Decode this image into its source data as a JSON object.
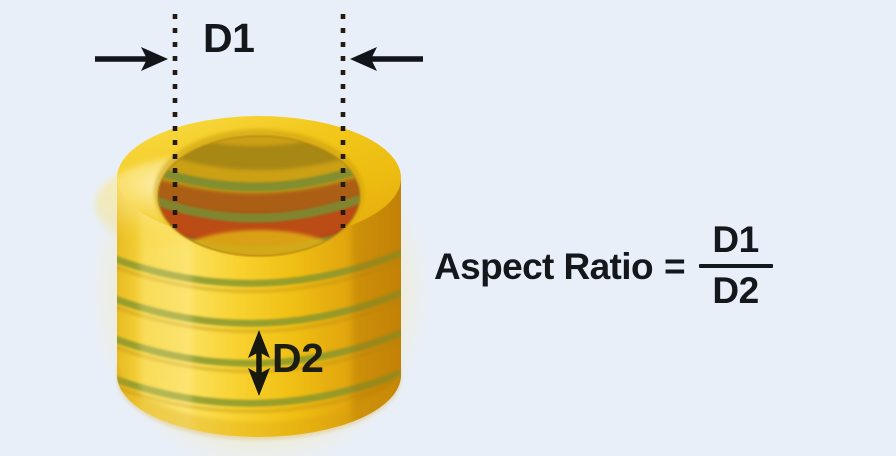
{
  "figure": {
    "title_text": "",
    "background_color": "#e9eff8",
    "subject": "cylindrical-pore-aspect-ratio-diagram"
  },
  "labels": {
    "d1": "D1",
    "d2": "D2"
  },
  "formula": {
    "name": "Aspect Ratio",
    "equals": "=",
    "numerator": "D1",
    "denominator": "D2"
  },
  "annotations": {
    "d1_description": "inner bore diameter measured between dotted guide lines",
    "d2_description": "vertical spacing between adjacent helical ridges"
  },
  "colors": {
    "background": "#e9eff8",
    "cylinder_yellow": "#f2c816",
    "cylinder_light": "#fbe87f",
    "cylinder_dark": "#d99b12",
    "top_rim": "#f5cf24",
    "bore_orange": "#b5431a",
    "bore_dark": "#8a4a12",
    "ridge_green": "#7f9030",
    "text_dark": "#14171c",
    "guide_line": "#241a10"
  },
  "chart_data": {
    "type": "diagram",
    "title": "Aspect Ratio = D1 / D2",
    "elements": [
      {
        "name": "D1",
        "meaning": "pore inner diameter",
        "orientation": "horizontal"
      },
      {
        "name": "D2",
        "meaning": "ridge-to-ridge spacing",
        "orientation": "vertical"
      }
    ]
  }
}
